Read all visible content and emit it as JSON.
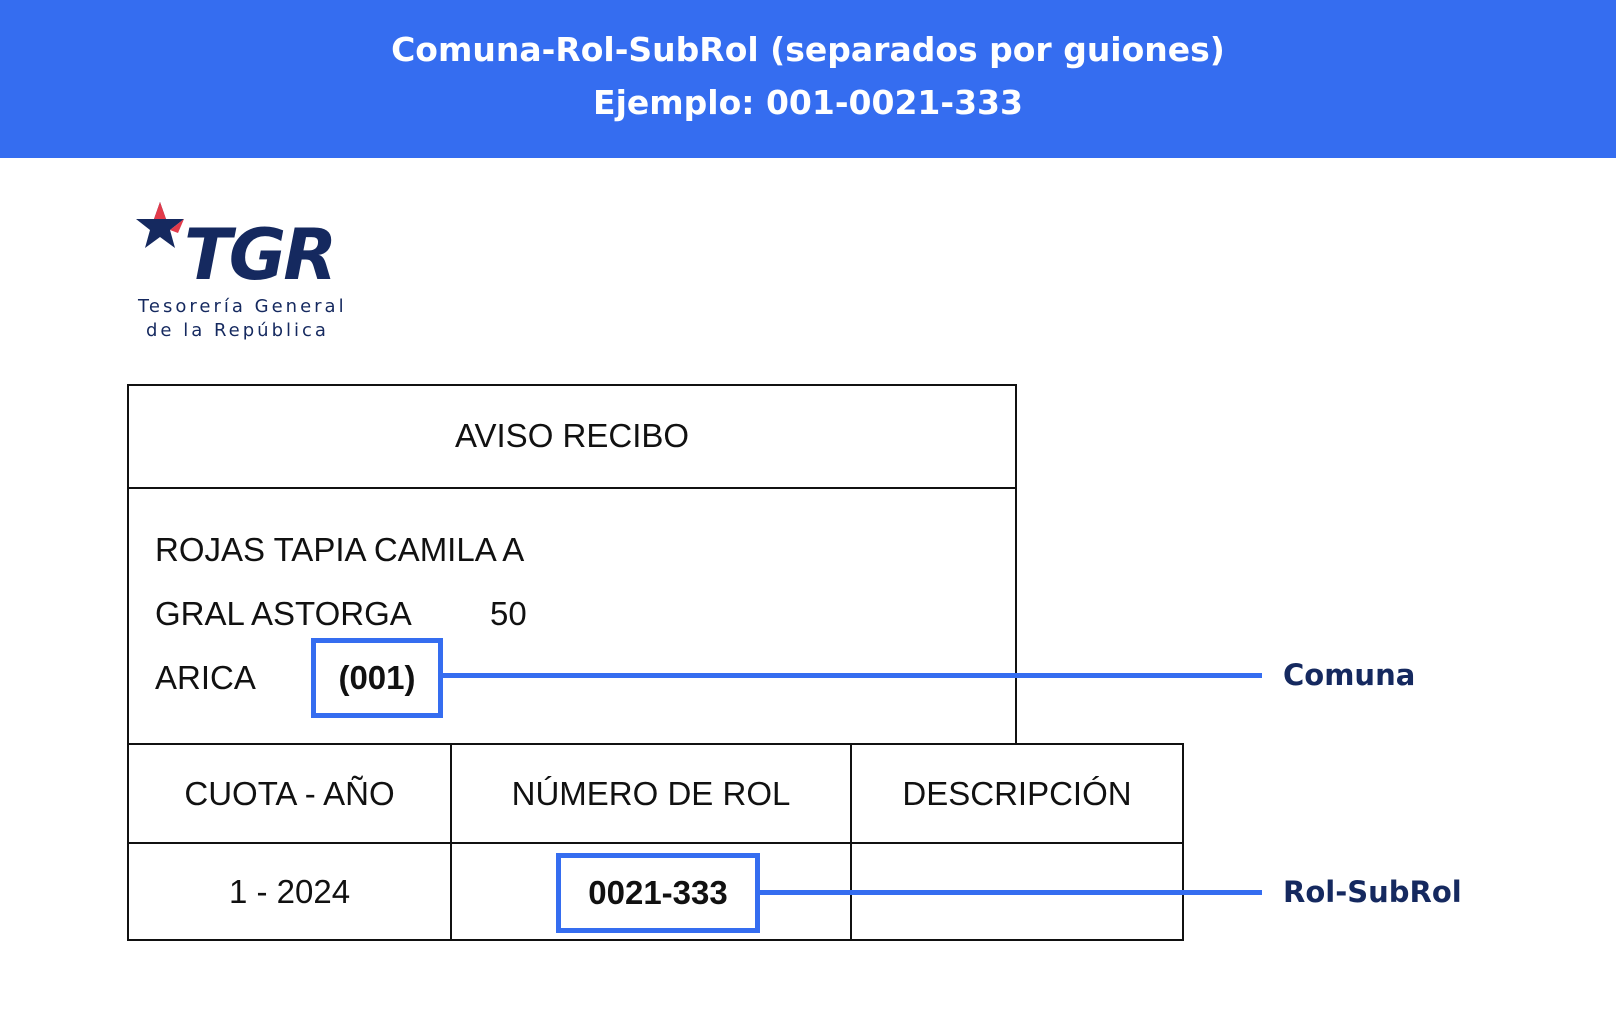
{
  "banner": {
    "line1": "Comuna-Rol-SubRol (separados por guiones)",
    "line2": "Ejemplo: 001-0021-333"
  },
  "logo": {
    "wordmark": "TGR",
    "line1": "Tesorería General",
    "line2": "de la República"
  },
  "notice": {
    "title": "AVISO RECIBO",
    "name": "ROJAS TAPIA CAMILA A",
    "street": "GRAL ASTORGA",
    "street_number": "50",
    "city": "ARICA",
    "comuna_code": "(001)"
  },
  "table": {
    "headers": [
      "CUOTA - AÑO",
      "NÚMERO DE ROL",
      "DESCRIPCIÓN"
    ],
    "row": [
      "1 - 2024",
      "0021-333",
      ""
    ]
  },
  "callouts": {
    "comuna": "Comuna",
    "rol_subrol": "Rol-SubRol"
  },
  "colors": {
    "banner": "#356df0",
    "highlight": "#356df0",
    "callout_text": "#15295f",
    "star_red": "#e23a4a"
  }
}
